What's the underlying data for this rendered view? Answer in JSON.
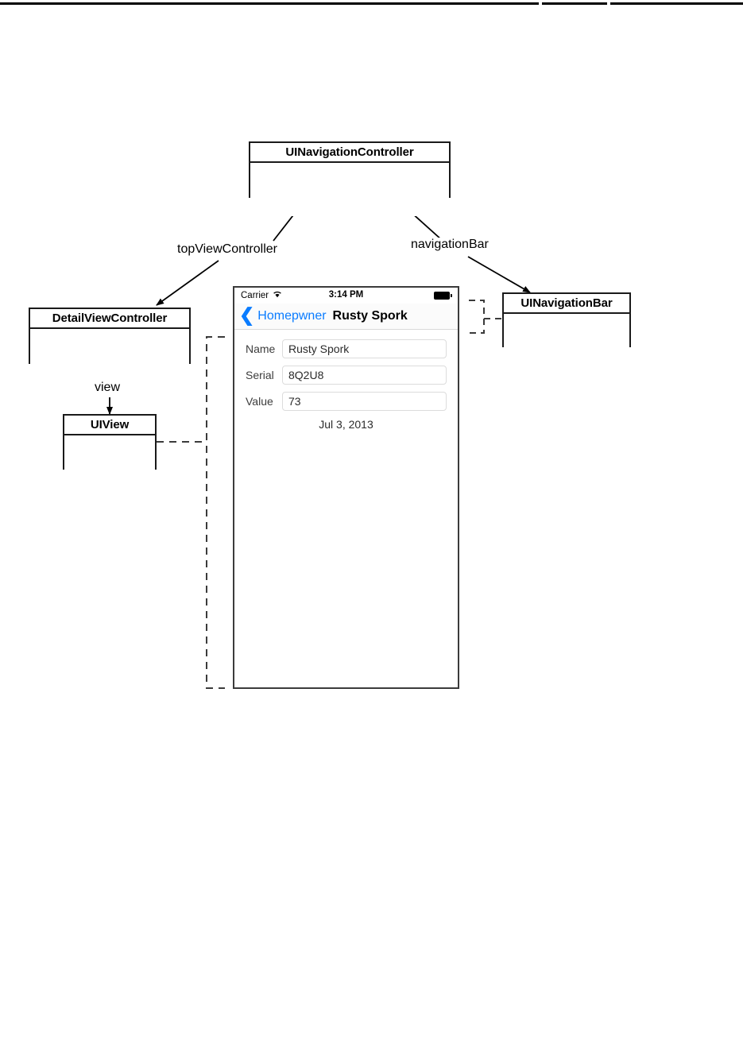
{
  "diagram": {
    "boxes": [
      {
        "id": "uinavigationcontroller",
        "title": "UINavigationController"
      },
      {
        "id": "detailviewcontroller",
        "title": "DetailViewController"
      },
      {
        "id": "uiview",
        "title": "UIView"
      },
      {
        "id": "uinavigationbar",
        "title": "UINavigationBar"
      }
    ],
    "edge_labels": [
      {
        "id": "topviewcontroller",
        "text": "topViewController"
      },
      {
        "id": "navigationbar",
        "text": "navigationBar"
      },
      {
        "id": "view",
        "text": "view"
      }
    ]
  },
  "phone": {
    "status_bar": {
      "carrier": "Carrier",
      "wifi_icon": "wifi-icon",
      "time": "3:14 PM",
      "battery_icon": "battery-full-icon"
    },
    "nav_bar": {
      "back_icon": "chevron-left-icon",
      "back_label": "Homepwner",
      "title": "Rusty Spork",
      "tint_color": "#0a7cff"
    },
    "form": {
      "rows": [
        {
          "label": "Name",
          "value": "Rusty Spork"
        },
        {
          "label": "Serial",
          "value": "8Q2U8"
        },
        {
          "label": "Value",
          "value": "73"
        }
      ],
      "date": "Jul 3, 2013"
    }
  }
}
